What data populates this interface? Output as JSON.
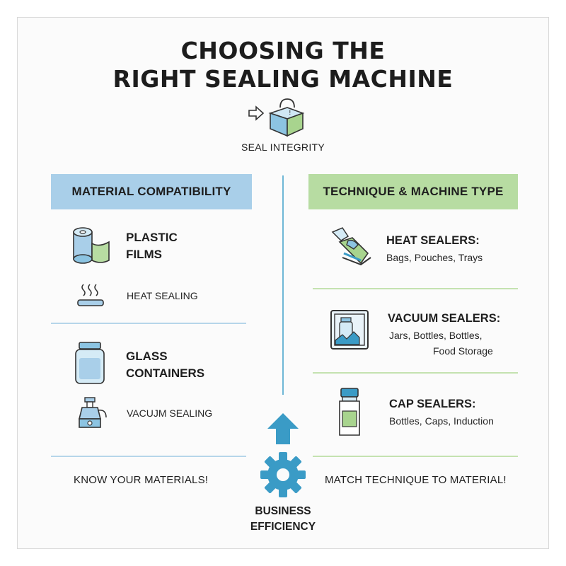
{
  "title": {
    "line1": "CHOOSING THE",
    "line2": "RIGHT SEALING MACHINE"
  },
  "top": {
    "label": "SEAL INTEGRITY",
    "icon": "sealed-box-icon"
  },
  "left": {
    "header": "MATERIAL COMPATIBILITY",
    "items": [
      {
        "label_line1": "PLASTIC",
        "label_line2": "FILMS",
        "icon": "film-roll-icon",
        "method": "HEAT SEALING",
        "method_icon": "heat-bar-icon"
      },
      {
        "label_line1": "GLASS",
        "label_line2": "CONTAINERS",
        "icon": "glass-jar-icon",
        "method": "VACUJM SEALING",
        "method_icon": "vacuum-pump-icon"
      }
    ],
    "footer": "KNOW YOUR MATERIALS!"
  },
  "right": {
    "header": "TECHNIQUE & MACHINE TYPE",
    "items": [
      {
        "heading": "HEAT SEALERS:",
        "detail_line1": "Bags, Pouches, Trays",
        "detail_line2": "",
        "icon": "hand-heat-sealer-icon"
      },
      {
        "heading": "VACUUM SEALERS:",
        "detail_line1": "Jars, Bottles, Bottles,",
        "detail_line2": "Food Storage",
        "icon": "vacuum-chamber-icon"
      },
      {
        "heading": "CAP SEALERS:",
        "detail_line1": "Bottles, Caps, Induction",
        "detail_line2": "",
        "icon": "bottle-icon"
      }
    ],
    "footer": "MATCH TECHNIQUE TO MATERIAL!"
  },
  "bottom": {
    "line1": "BUSINESS",
    "line2": "EFFICIENCY",
    "icon": "gear-icon",
    "arrow_icon": "up-arrow-icon"
  },
  "colors": {
    "blue": "#a9cfe9",
    "green": "#b7dca2",
    "accent": "#3a9bc6",
    "divider": "#6fb7d6"
  }
}
